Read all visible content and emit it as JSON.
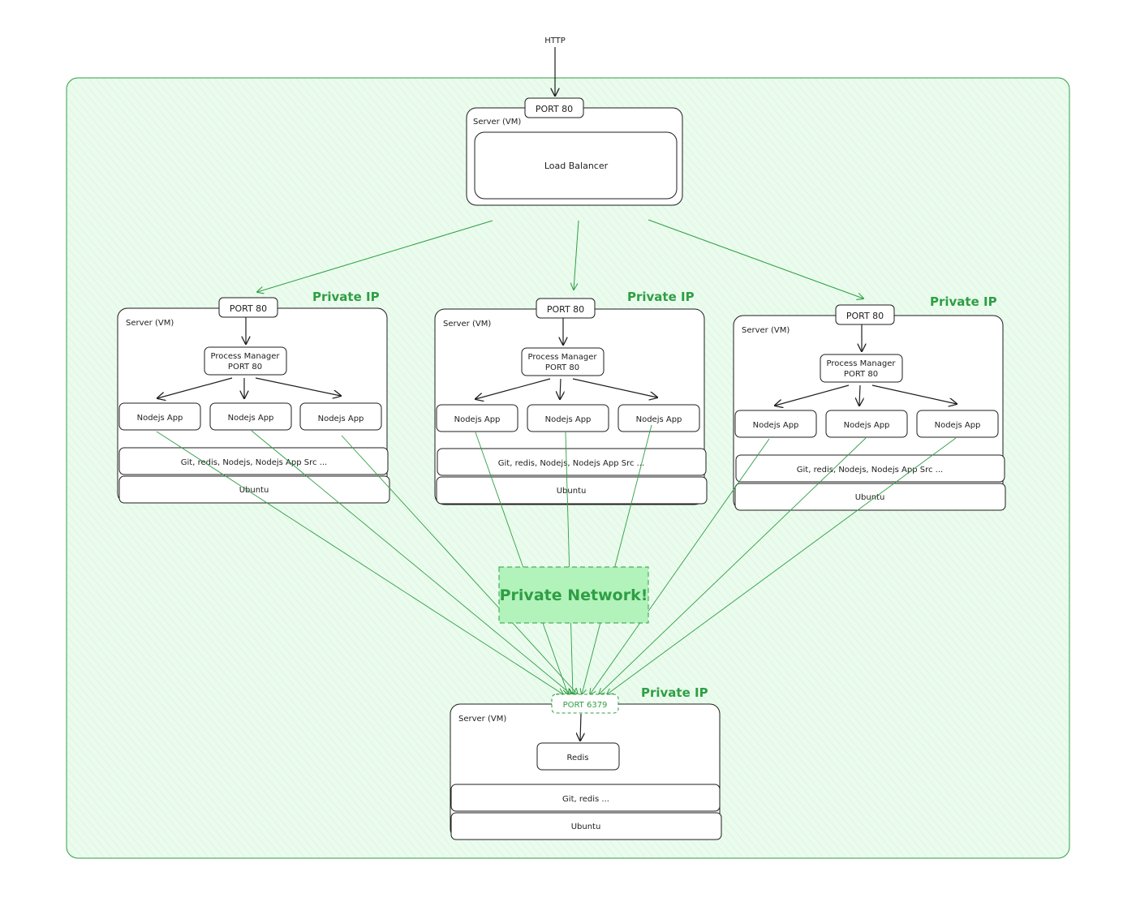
{
  "http_label": "HTTP",
  "load_balancer_server": {
    "port_label": "PORT 80",
    "server_label": "Server (VM)",
    "inner_label": "Load Balancer"
  },
  "app_servers": [
    {
      "port_label": "PORT 80",
      "private_ip_label": "Private IP",
      "server_label": "Server (VM)",
      "pm_line1": "Process Manager",
      "pm_line2": "PORT 80",
      "apps": [
        "Nodejs App",
        "Nodejs App",
        "Nodejs App"
      ],
      "software": "Git, redis, Nodejs, Nodejs App Src ...",
      "os": "Ubuntu"
    },
    {
      "port_label": "PORT 80",
      "private_ip_label": "Private IP",
      "server_label": "Server (VM)",
      "pm_line1": "Process Manager",
      "pm_line2": "PORT 80",
      "apps": [
        "Nodejs App",
        "Nodejs App",
        "Nodejs App"
      ],
      "software": "Git, redis, Nodejs, Nodejs App Src ...",
      "os": "Ubuntu"
    },
    {
      "port_label": "PORT 80",
      "private_ip_label": "Private IP",
      "server_label": "Server (VM)",
      "pm_line1": "Process Manager",
      "pm_line2": "PORT 80",
      "apps": [
        "Nodejs App",
        "Nodejs App",
        "Nodejs App"
      ],
      "software": "Git, redis, Nodejs, Nodejs App Src ...",
      "os": "Ubuntu"
    }
  ],
  "private_network_label": "Private Network!",
  "redis_server": {
    "port_label": "PORT 6379",
    "private_ip_label": "Private IP",
    "server_label": "Server (VM)",
    "service": "Redis",
    "software": "Git, redis ...",
    "os": "Ubuntu"
  },
  "colors": {
    "network_fill": "#ebfbee",
    "network_stroke": "#2f9e44",
    "private_network_fill": "#b2f2bb",
    "stroke": "#1e1e1e",
    "green_text": "#2f9e44"
  }
}
